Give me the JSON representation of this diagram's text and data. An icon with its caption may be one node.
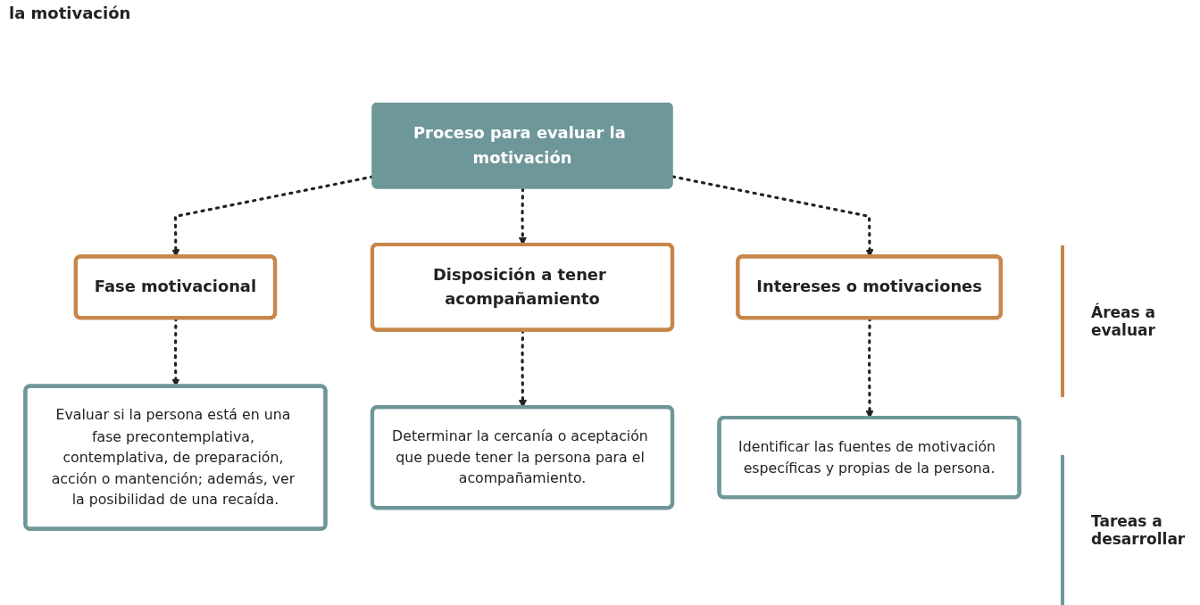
{
  "diagram": {
    "title": "la motivación",
    "nodes": [
      {
        "text": [
          "Proceso para evaluar la motivación"
        ]
      },
      {
        "text": [
          "Fase motivacional"
        ]
      },
      {
        "text": [
          "Disposición a tener acompañamiento"
        ]
      },
      {
        "text": [
          "Intereses o motivaciones"
        ]
      },
      {
        "text": [
          "Evaluar si la persona está en una fase precontemplativa, contemplativa, de preparación, acción o mantención; además, ver la posibilidad de una recaída."
        ]
      },
      {
        "text": [
          "Determinar la cercanía o aceptación que puede tener la persona para el acompañamiento."
        ]
      },
      {
        "text": [
          "Identificar las fuentes de motivación específicas y propias de la persona."
        ]
      }
    ],
    "edges": [
      {
        "from": 0,
        "to": 1,
        "arrow": "to",
        "style": "dashed"
      },
      {
        "from": 0,
        "to": 2,
        "arrow": "to",
        "style": "dashed"
      },
      {
        "from": 0,
        "to": 3,
        "arrow": "to",
        "style": "dashed"
      },
      {
        "from": 1,
        "to": 4,
        "arrow": "to",
        "style": "dashed"
      },
      {
        "from": 2,
        "to": 5,
        "arrow": "to",
        "style": "dashed"
      },
      {
        "from": 3,
        "to": 6,
        "arrow": "to",
        "style": "dashed"
      }
    ],
    "labels": [
      "Áreas a evaluar",
      "Tareas a desarrollar"
    ]
  }
}
